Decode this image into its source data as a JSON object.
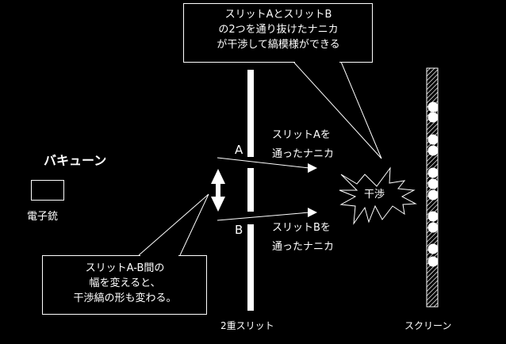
{
  "title": "バキューン",
  "electron_gun_label": "電子銃",
  "double_slit_label": "2重スリット",
  "screen_label": "スクリーン",
  "slit_a_label": "A",
  "slit_b_label": "B",
  "interference_label": "干渉",
  "path_a": [
    "スリットAを",
    "通ったナニカ"
  ],
  "path_b": [
    "スリットBを",
    "通ったナニカ"
  ],
  "top_callout": [
    "スリットAとスリットB",
    "の2つを通り抜けたナニカ",
    "が干渉して縞模様ができる"
  ],
  "bottom_callout": [
    "スリットA-B間の",
    "幅を変えると、",
    "干渉縞の形も変わる。"
  ],
  "screen_dot_count": 11
}
